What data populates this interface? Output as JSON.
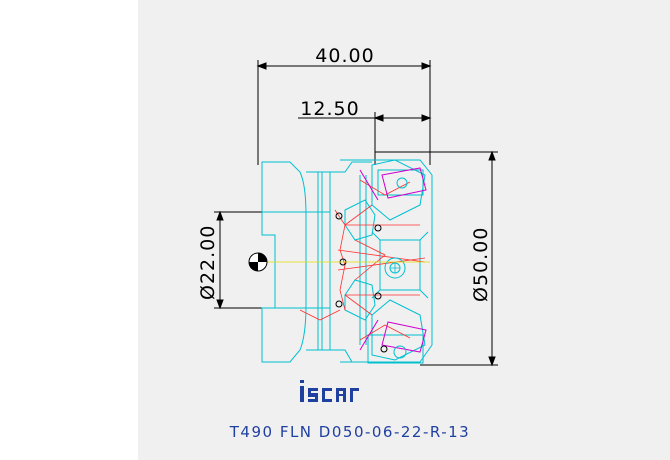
{
  "dimensions": {
    "overall_length": "40.00",
    "insert_length": "12.50",
    "bore_diameter": "Ø22.00",
    "cutting_diameter": "Ø50.00"
  },
  "brand": {
    "logo_text": "iscar"
  },
  "part_number": "T490 FLN D050-06-22-R-13",
  "colors": {
    "outline": "#00c0d0",
    "hidden": "#ff3030",
    "insert": "#d000d0",
    "dimension": "#000000",
    "centerline": "#e0e000",
    "logo": "#2040a0"
  }
}
